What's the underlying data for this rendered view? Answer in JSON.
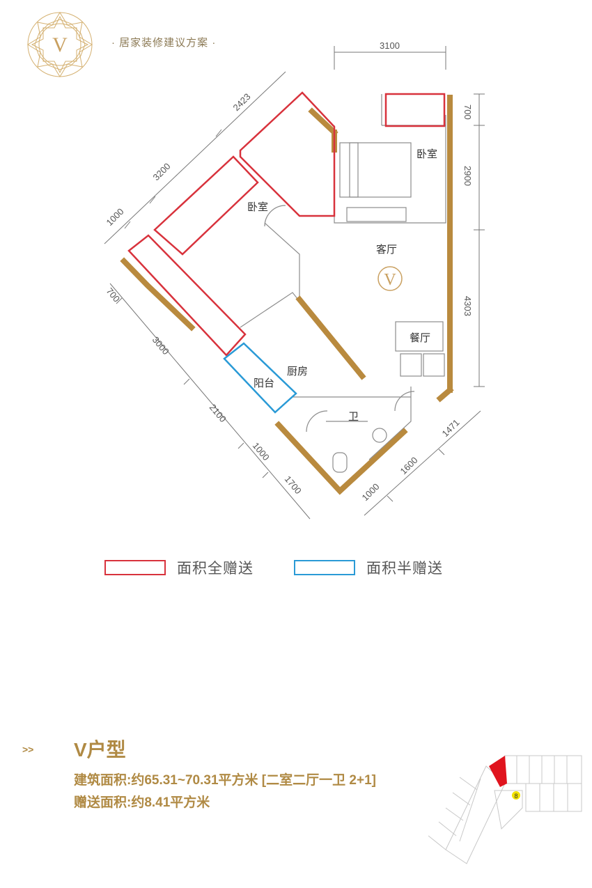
{
  "header": {
    "badge_letter": "V",
    "subtitle": "· 居家装修建议方案 ·"
  },
  "plan": {
    "dimensions": {
      "top": "3100",
      "right_upper": "700",
      "right_mid": "2900",
      "right_lower": "4303",
      "left_top": "2423",
      "left_a": "3200",
      "left_b": "1000",
      "left_c": "700",
      "left_d": "3000",
      "left_e": "2100",
      "left_f": "1000",
      "left_g": "1700",
      "bottom_a": "1000",
      "bottom_b": "1600",
      "bottom_c": "1471"
    },
    "rooms": {
      "bedroom_upper": "卧室",
      "bedroom_left": "卧室",
      "living": "客厅",
      "dining": "餐厅",
      "kitchen": "厨房",
      "balcony": "阳台",
      "bath": "卫"
    },
    "center_mark": "V"
  },
  "legend": {
    "full_gift": {
      "label": "面积全赠送",
      "color": "#d8323c"
    },
    "half_gift": {
      "label": "面积半赠送",
      "color": "#2a9ad6"
    }
  },
  "footer": {
    "arrows": ">>",
    "type_name": "V户型",
    "building_area": "建筑面积:约65.31~70.31平方米 [二室二厅一卫 2+1]",
    "gift_area": "赠送面积:约8.41平方米"
  },
  "site_plan": {
    "unit_number": "8",
    "highlight_color": "#e0141e"
  },
  "colors": {
    "gold": "#c9a060",
    "wall": "#b98a3e",
    "line": "#8c8c8c"
  }
}
